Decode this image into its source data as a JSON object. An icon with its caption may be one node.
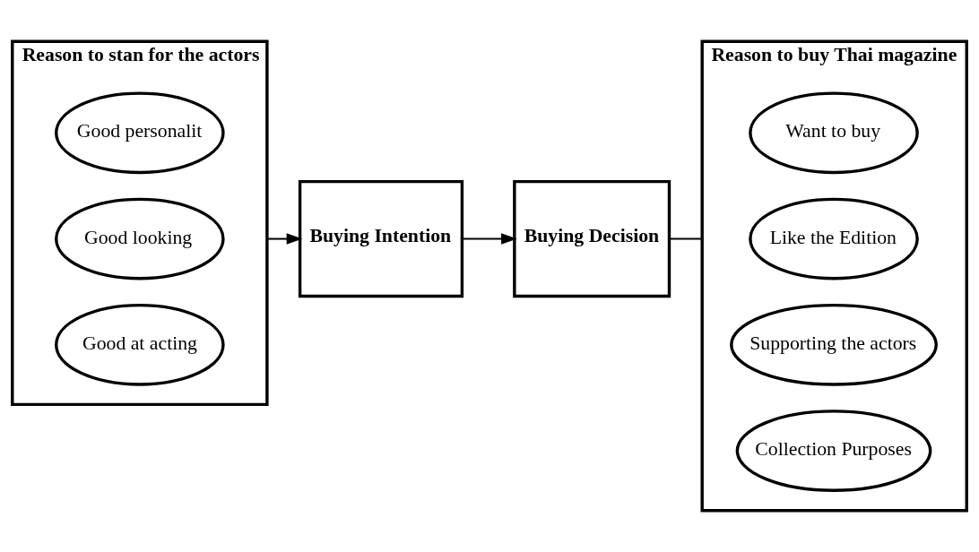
{
  "diagram": {
    "nodes": [
      {
        "text": [
          "Reason to stan for the actors"
        ]
      },
      {
        "text": [
          "Good at acting"
        ],
        "in": 0
      },
      {
        "text": [
          "Good looking"
        ],
        "in": 0
      },
      {
        "text": [
          "Good personalit"
        ],
        "in": 0
      },
      {
        "text": [
          "Buying Intention"
        ]
      },
      {
        "text": [
          "Buying Decision"
        ]
      },
      {
        "text": [
          "Reason to buy Thai magazine"
        ]
      },
      {
        "text": [
          "Collection Purposes"
        ],
        "in": 6
      },
      {
        "text": [
          "Supporting the actors"
        ],
        "in": 6
      },
      {
        "text": [
          "Like the Edition"
        ],
        "in": 6
      },
      {
        "text": [
          "Want to buy"
        ],
        "in": 6
      }
    ],
    "edges": [
      {
        "from": 0,
        "to": 4,
        "arrow": "to"
      },
      {
        "from": 4,
        "to": 5,
        "arrow": "to"
      },
      {
        "from": 5,
        "to": 6,
        "arrow": "none"
      }
    ]
  }
}
